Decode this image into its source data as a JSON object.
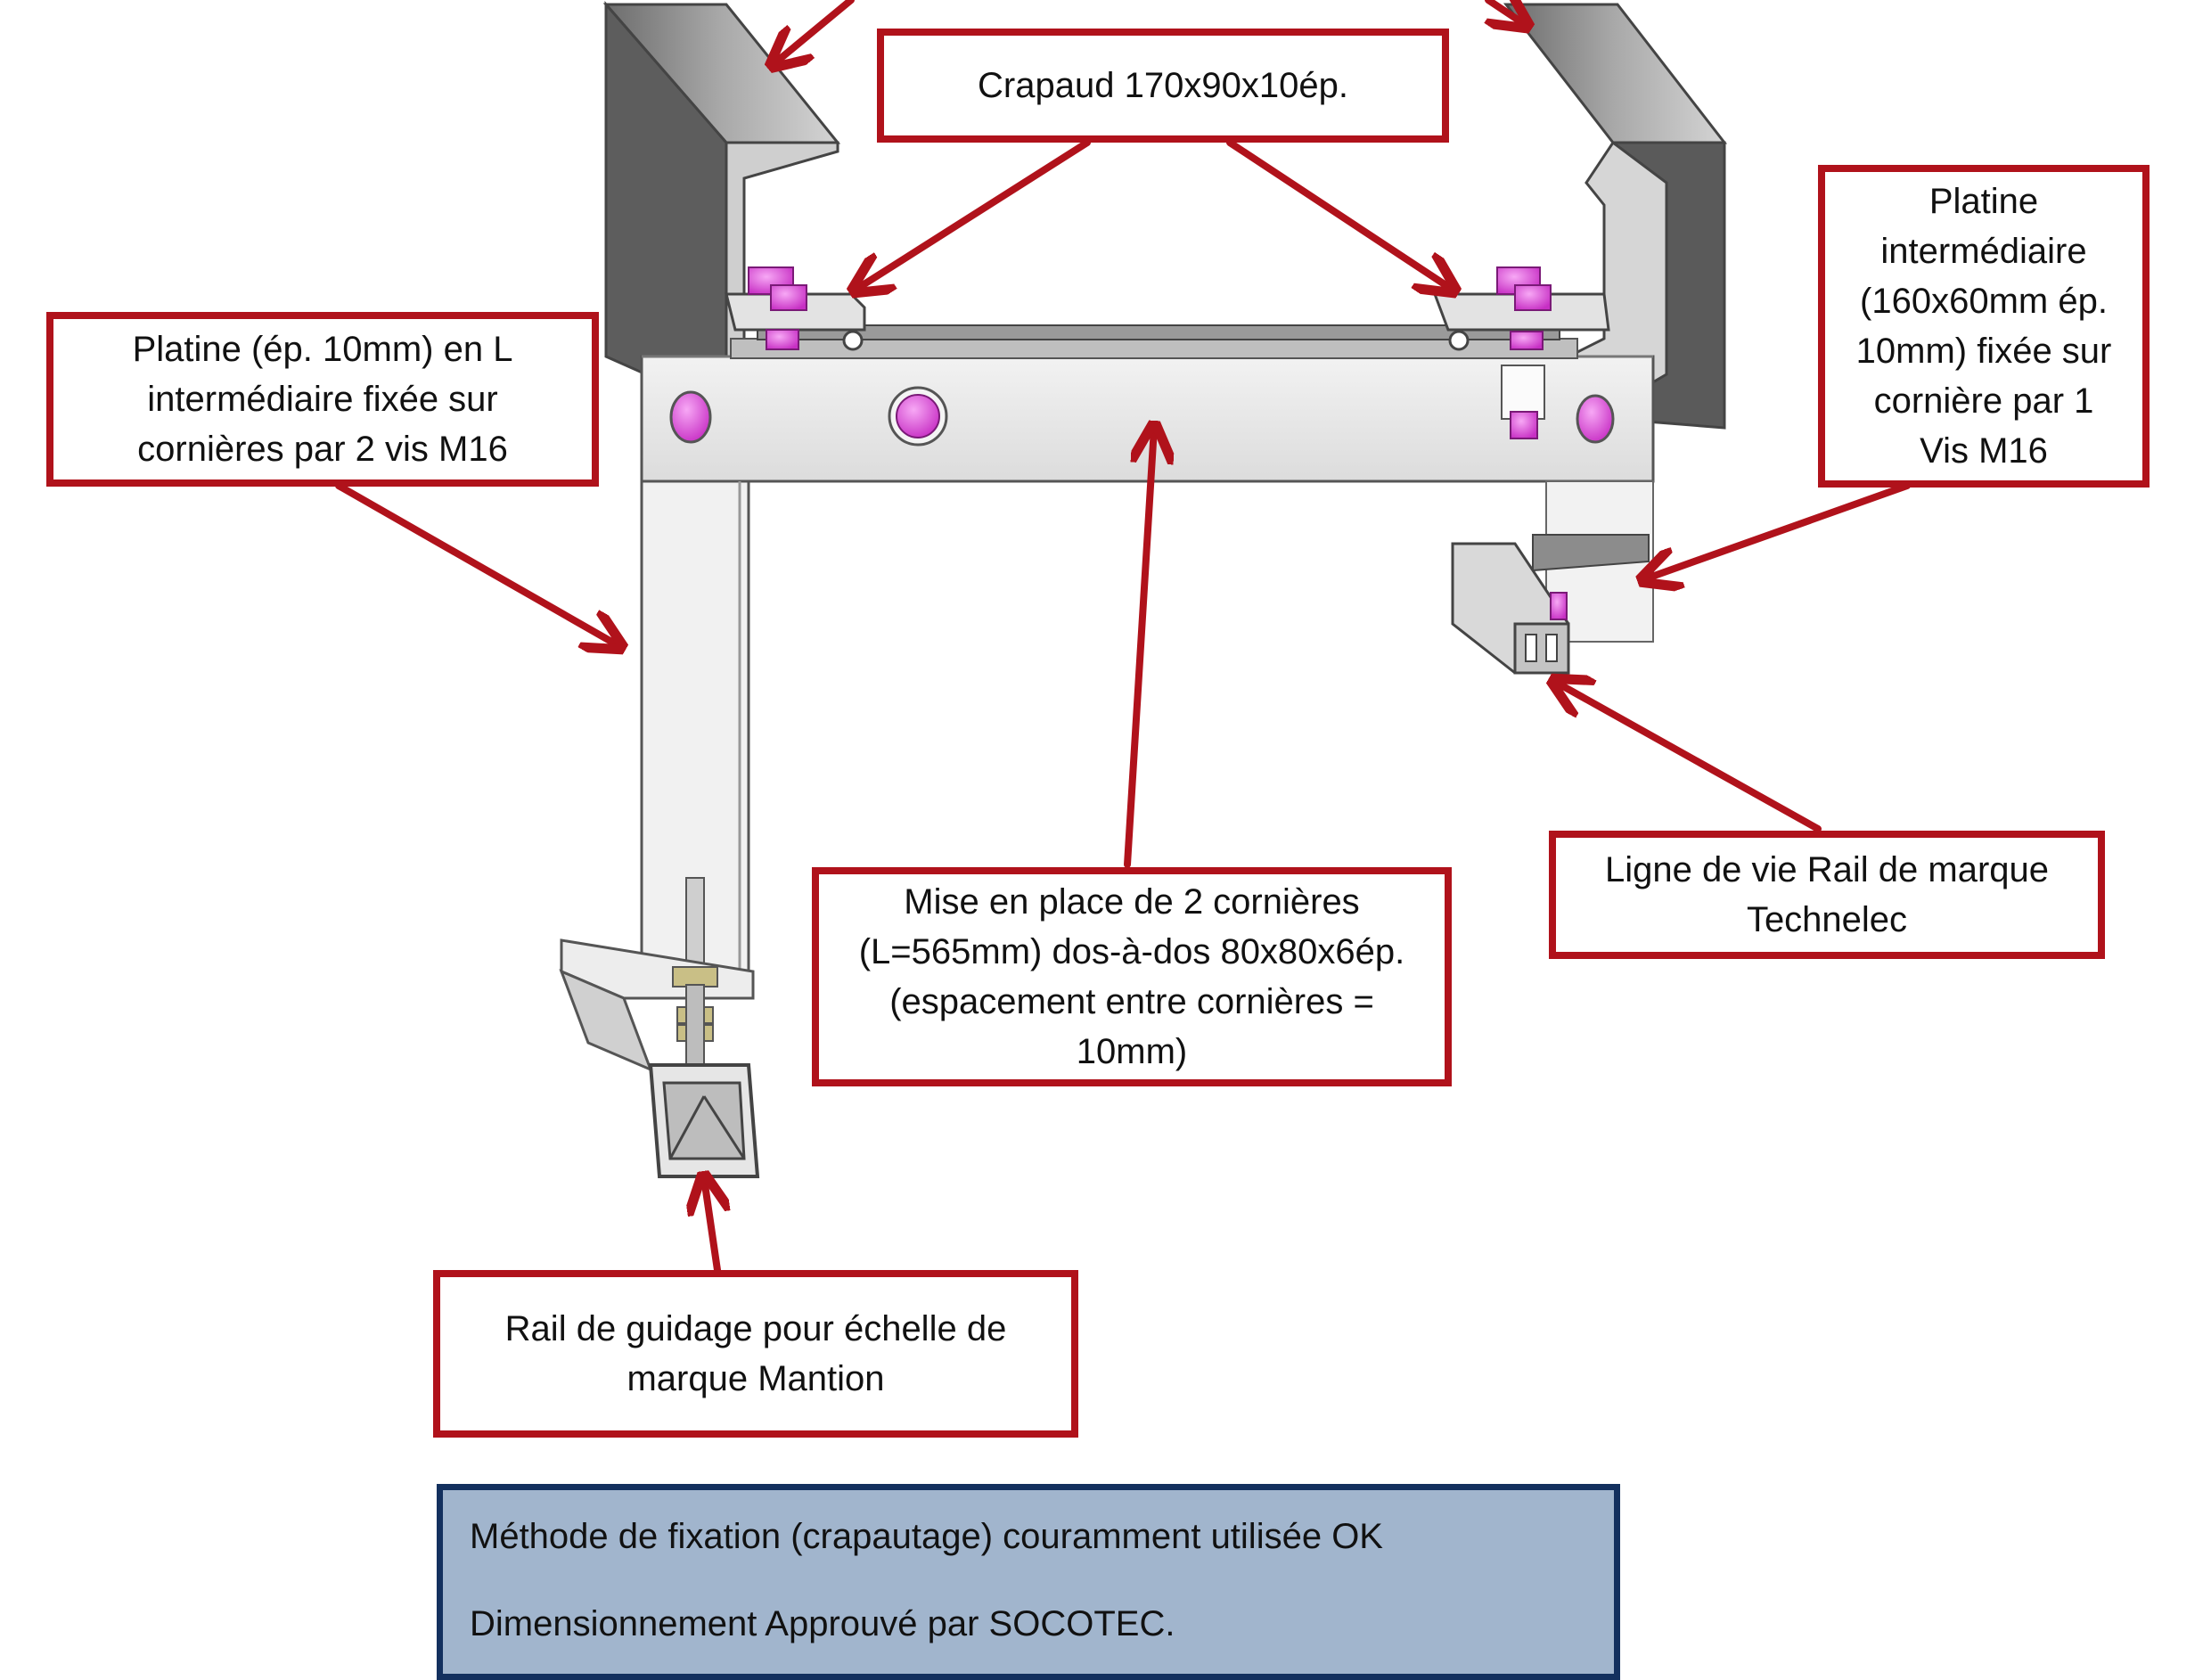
{
  "callouts": {
    "crapaud": "Crapaud 170x90x10ép.",
    "platine_l": "Platine (ép. 10mm) en L\nintermédiaire fixée sur\ncornières par 2 vis M16",
    "platine_intermediaire": "Platine\nintermédiaire\n(160x60mm ép.\n10mm) fixée sur\ncornière par 1\nVis M16",
    "cornieres": "Mise en place de 2 cornières\n(L=565mm) dos-à-dos  80x80x6ép.\n(espacement entre cornières =\n10mm)",
    "ligne_de_vie": "Ligne de vie Rail de marque\nTechnelec",
    "rail_guidage": "Rail de guidage pour échelle de\nmarque Mantion"
  },
  "note": {
    "line1": "Méthode de fixation (crapautage) couramment utilisée OK",
    "line2": "Dimensionnement Approuvé par SOCOTEC."
  },
  "colors": {
    "callout_border": "#b0121b",
    "arrow": "#b0121b",
    "note_background": "#a1b5cd",
    "note_border": "#13305e",
    "bolt": "#e356e0",
    "steel": "#d9d9d9"
  }
}
